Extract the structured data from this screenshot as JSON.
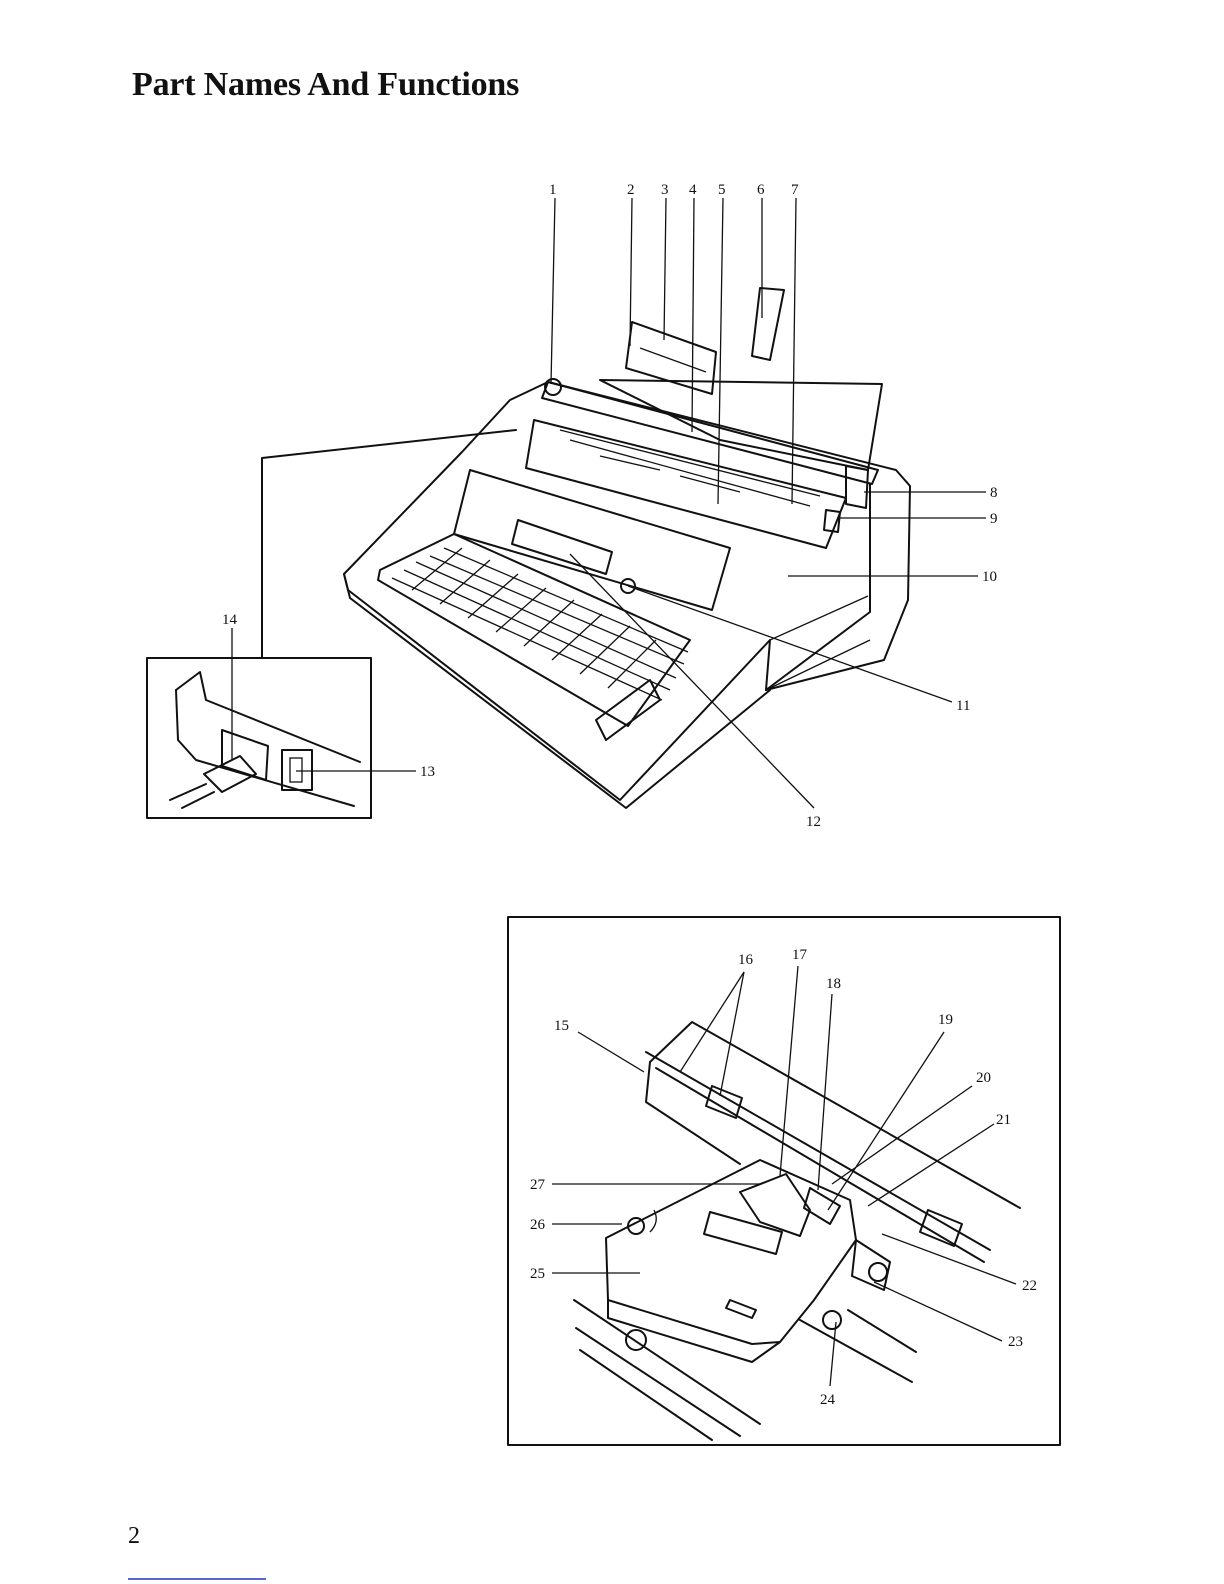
{
  "page": {
    "title": "Part Names And Functions",
    "number": "2"
  },
  "figure_top": {
    "callouts": [
      "1",
      "2",
      "3",
      "4",
      "5",
      "6",
      "7",
      "8",
      "9",
      "10",
      "11",
      "12",
      "13",
      "14"
    ]
  },
  "figure_bottom": {
    "callouts": [
      "15",
      "16",
      "17",
      "18",
      "19",
      "20",
      "21",
      "22",
      "23",
      "24",
      "25",
      "26",
      "27"
    ]
  }
}
